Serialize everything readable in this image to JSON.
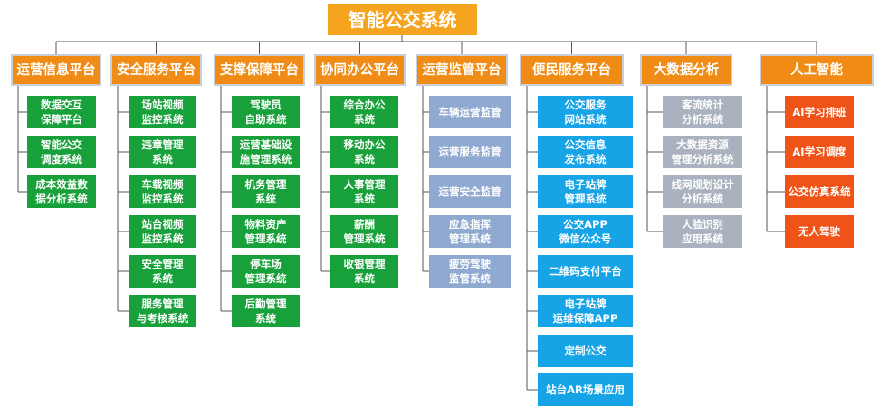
{
  "title": "智能公交系统",
  "colors": {
    "title_bg": "#f5a41f",
    "category_bg": "#f08c16",
    "green": "#18a13a",
    "blue": "#8fa9d0",
    "cyan": "#17a4e6",
    "gray": "#aab2bf",
    "red": "#ef5317",
    "connector": "#555555"
  },
  "categories": [
    {
      "label": "运营信息平台",
      "color": "green",
      "items": [
        "数据交互\n保障平台",
        "智能公交\n调度系统",
        "成本效益数\n据分析系统"
      ]
    },
    {
      "label": "安全服务平台",
      "color": "green",
      "items": [
        "场站视频\n监控系统",
        "违章管理\n系统",
        "车载视频\n监控系统",
        "站台视频\n监控系统",
        "安全管理\n系统",
        "服务管理\n与考核系统"
      ]
    },
    {
      "label": "支撑保障平台",
      "color": "green",
      "items": [
        "驾驶员\n自助系统",
        "运营基础设\n施管理系统",
        "机务管理\n系统",
        "物料资产\n管理系统",
        "停车场\n管理系统",
        "后勤管理\n系统"
      ]
    },
    {
      "label": "协同办公平台",
      "color": "green",
      "items": [
        "综合办公\n系统",
        "移动办公\n系统",
        "人事管理\n系统",
        "薪酬\n管理系统",
        "收银管理\n系统"
      ]
    },
    {
      "label": "运营监管平台",
      "color": "blue",
      "items": [
        "车辆运营监管",
        "运营服务监管",
        "运营安全监管",
        "应急指挥\n管理系统",
        "疲劳驾驶\n监管系统"
      ]
    },
    {
      "label": "便民服务平台",
      "color": "cyan",
      "items": [
        "公交服务\n网站系统",
        "公交信息\n发布系统",
        "电子站牌\n管理系统",
        "公交APP\n微信公众号",
        "二维码支付平台",
        "电子站牌\n运维保障APP",
        "定制公交",
        "站台AR场景应用"
      ]
    },
    {
      "label": "大数据分析",
      "color": "gray",
      "items": [
        "客流统计\n分析系统",
        "大数据资源\n管理分析系统",
        "线网规划设计\n分析系统",
        "人脸识别\n应用系统"
      ]
    },
    {
      "label": "人工智能",
      "color": "red",
      "items": [
        "AI学习排班",
        "AI学习调度",
        "公交仿真系统",
        "无人驾驶"
      ]
    }
  ]
}
